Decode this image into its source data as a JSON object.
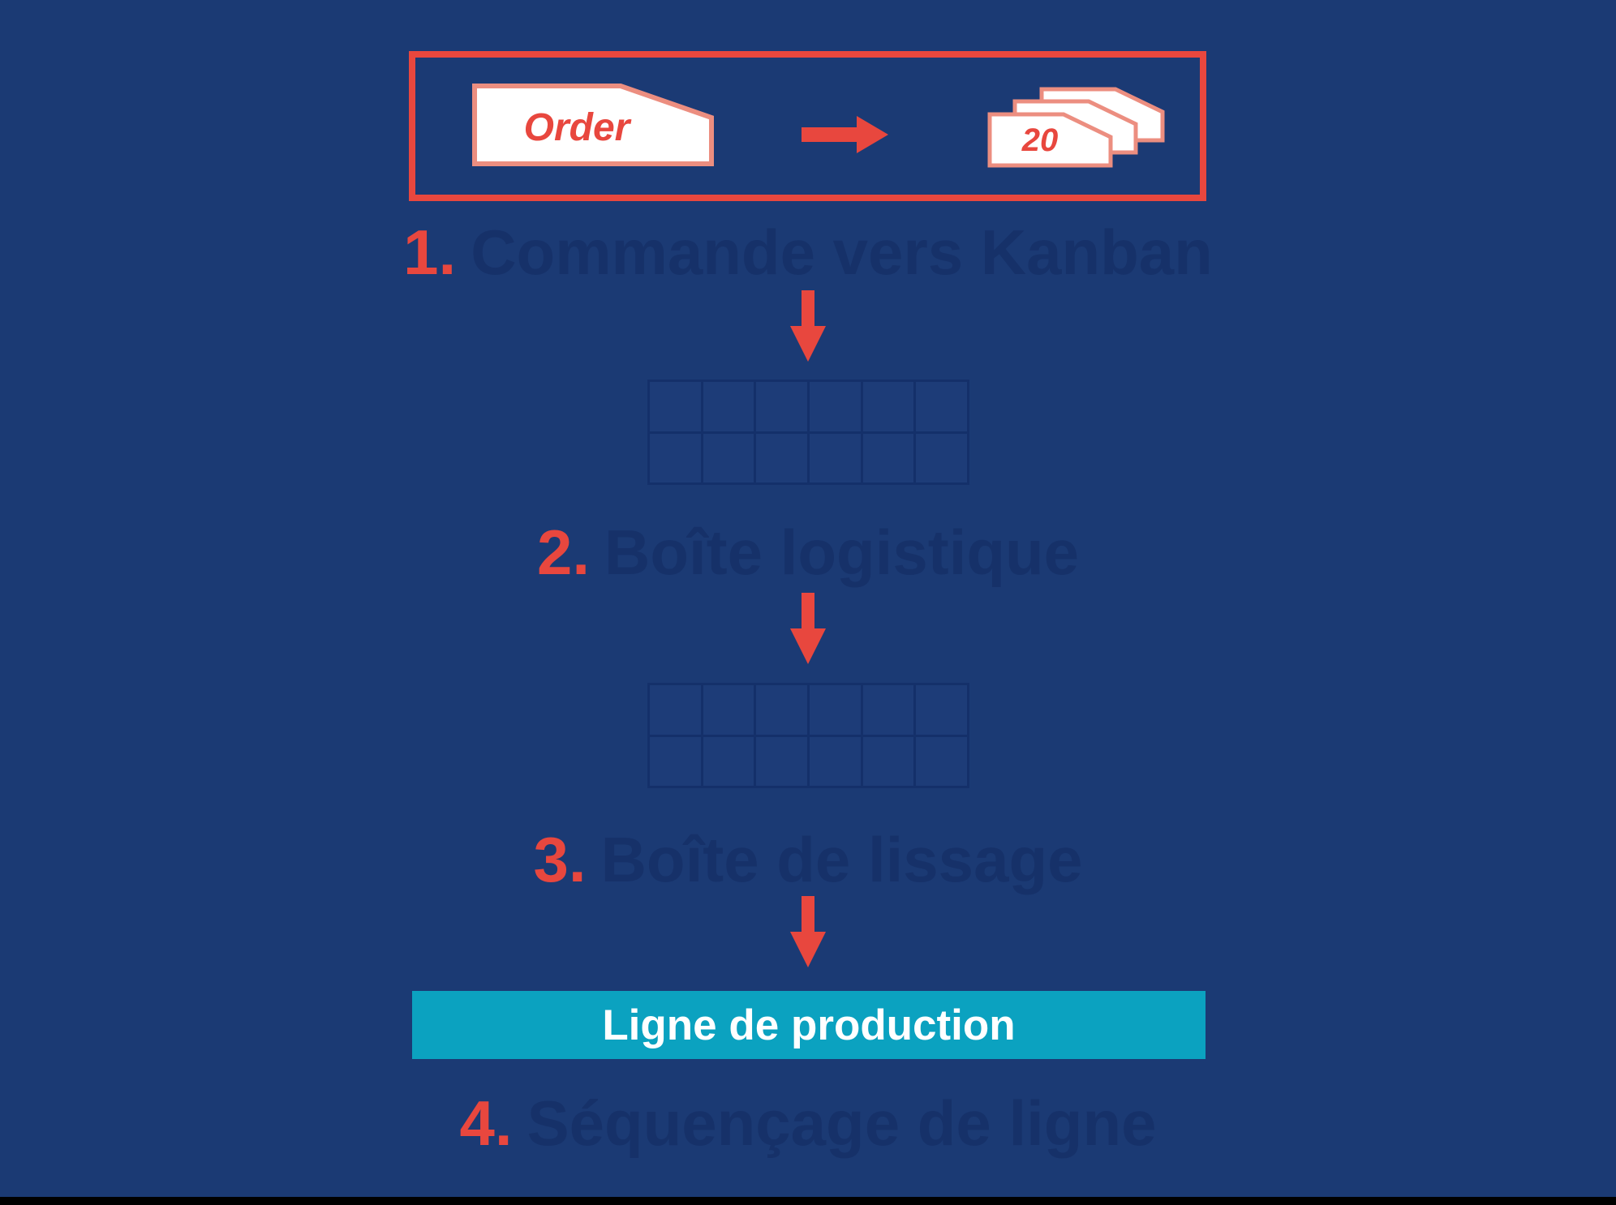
{
  "colors": {
    "background": "#1B3A74",
    "accent_red": "#E8473E",
    "salmon_border": "#EC8E80",
    "ghost_navy_text": "#163169",
    "grid_line": "#14306A",
    "grid_cell": "#1D3C78",
    "teal_bar": "#0BA2C0",
    "white": "#FFFFFF",
    "bottom_strip": "#000000"
  },
  "order_box": {
    "order_label": "Order",
    "card_count": "20"
  },
  "steps": [
    {
      "number": "1.",
      "label": "Commande vers Kanban"
    },
    {
      "number": "2.",
      "label": "Boîte logistique"
    },
    {
      "number": "3.",
      "label": "Boîte de lissage"
    },
    {
      "number": "4.",
      "label": "Séquençage de ligne"
    }
  ],
  "grids": {
    "cols": 6,
    "rows": 2
  },
  "production_bar": {
    "label": "Ligne de production"
  }
}
